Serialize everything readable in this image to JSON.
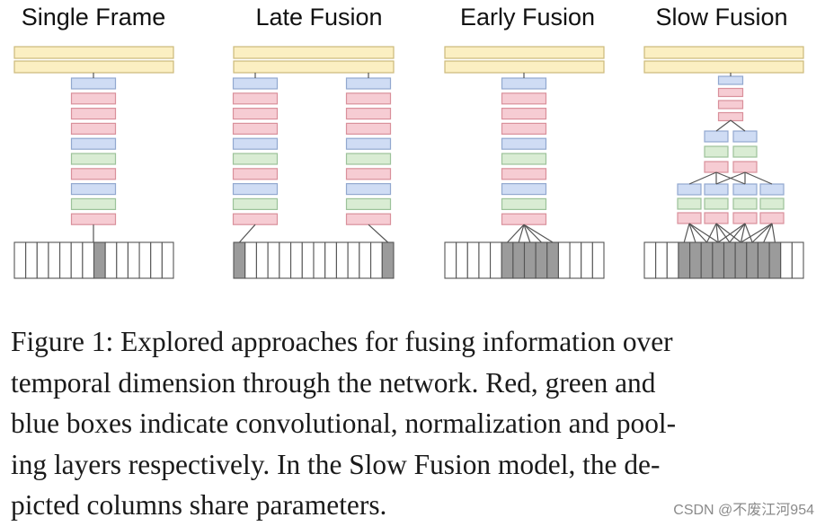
{
  "panels": [
    {
      "title": "Single Frame",
      "type": "single-frame"
    },
    {
      "title": "Late Fusion",
      "type": "late-fusion"
    },
    {
      "title": "Early Fusion",
      "type": "early-fusion"
    },
    {
      "title": "Slow Fusion",
      "type": "slow-fusion"
    }
  ],
  "caption_lines": [
    "Figure 1: Explored approaches for fusing information over",
    "temporal dimension through the network.  Red, green and",
    "blue boxes indicate convolutional, normalization and pool-",
    "ing layers respectively.  In the Slow Fusion model, the de-",
    "picted columns share parameters."
  ],
  "watermark": "CSDN @不废江河954",
  "colors": {
    "fc_fill": "#fbefc2",
    "fc_stroke": "#ccb97a",
    "conv_fill": "#f6ccd3",
    "conv_stroke": "#d9909b",
    "norm_fill": "#d9ecd3",
    "norm_stroke": "#9cc29a",
    "pool_fill": "#cfdcf4",
    "pool_stroke": "#92a8cf",
    "frame_fill": "#ffffff",
    "frame_active": "#9b9b9b",
    "frame_stroke": "#555555",
    "line": "#555555"
  },
  "column_layer_sequence": [
    "pool",
    "conv",
    "conv",
    "conv",
    "pool",
    "norm",
    "conv",
    "pool",
    "norm",
    "conv"
  ]
}
